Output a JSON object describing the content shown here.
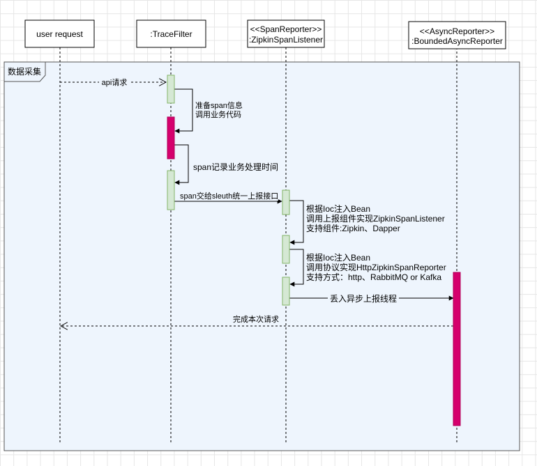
{
  "frame": {
    "title": "数据采集"
  },
  "lifelines": {
    "user": {
      "label": "user request"
    },
    "trace": {
      "label": ":TraceFilter"
    },
    "zipkin": {
      "line1": "<<SpanReporter>>",
      "line2": ":ZipkinSpanListener"
    },
    "async": {
      "line1": "<<AsyncReporter>>",
      "line2": ":BoundedAsyncReporter"
    }
  },
  "messages": {
    "api": "api请求",
    "prepare": {
      "line1": "准备span信息",
      "line2": "调用业务代码"
    },
    "record": "span记录业务处理时间",
    "handoff": "span交给sleuth统一上报接口",
    "ioc1": {
      "line1": "根据Ioc注入Bean",
      "line2": "调用上报组件实现ZipkinSpanListener",
      "line3": "支持组件:Zipkin、Dapper"
    },
    "ioc2": {
      "line1": "根据Ioc注入Bean",
      "line2": "调用协议实现HttpZipkinSpanReporter",
      "line3": "支持方式：http、RabbitMQ or Kafka"
    },
    "async": "丢入异步上报线程",
    "complete": "完成本次请求"
  },
  "colors": {
    "frame_fill": "#eef5fd",
    "activation_green": "#d5e8d4",
    "activation_green_border": "#82b366",
    "activation_magenta": "#d5006d",
    "line": "#000000"
  }
}
